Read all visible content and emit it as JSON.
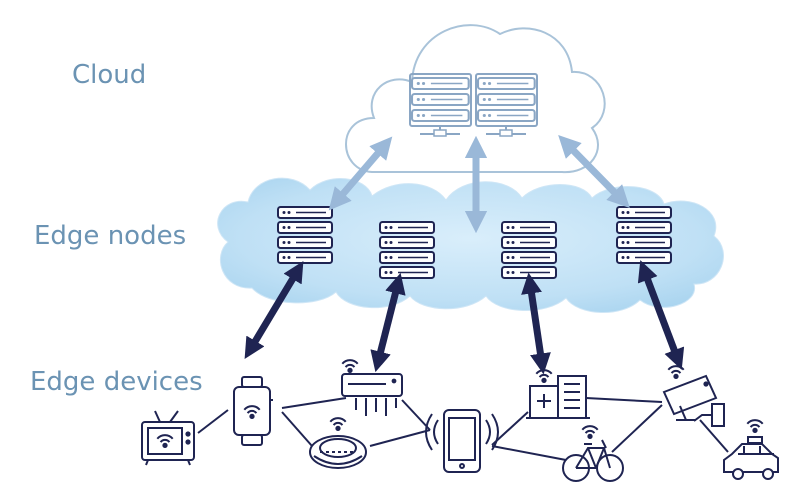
{
  "labels": {
    "cloud": "Cloud",
    "edge_nodes": "Edge nodes",
    "edge_devices": "Edge devices"
  },
  "colors": {
    "label_text": "#6b93b3",
    "cloud_outline": "#a9c3d9",
    "edge_cloud_fill": "#b8dcf3",
    "light_arrow": "#9ab8d8",
    "dark_arrow": "#1f2452",
    "icon_stroke": "#1f2452",
    "server_stroke": "#8aa6c4"
  },
  "nodes": {
    "cloud_layer": [
      "server-rack",
      "server-rack"
    ],
    "edge_node_layer": [
      "server",
      "server",
      "server",
      "server"
    ],
    "device_layer": [
      "television-icon",
      "smartwatch-icon",
      "air-conditioner-icon",
      "robot-vacuum-icon",
      "smartphone-icon",
      "hospital-icon",
      "bicycle-icon",
      "security-camera-icon",
      "taxi-icon"
    ]
  }
}
